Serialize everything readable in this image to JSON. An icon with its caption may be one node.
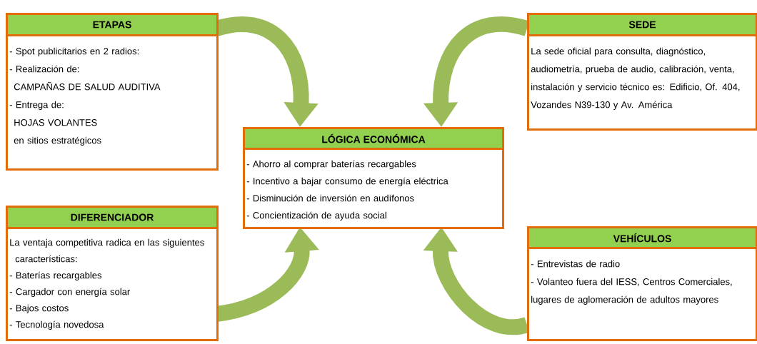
{
  "diagram": {
    "nodes": [
      {
        "text": [
          "ETAPAS",
          "- Spot publicitarios en 2 radios:",
          "- Realización de:",
          "CAMPAÑAS DE SALUD AUDITIVA",
          "- Entrega de:",
          "HOJAS VOLANTES",
          "en sitios estratégicos"
        ]
      },
      {
        "text": [
          "SEDE",
          "La sede oficial para consulta, diagnóstico, audiometría, prueba de audio, calibración, venta, instalación y servicio técnico es: Edificio, Of. 404, Vozandes N39-130 y Av. América"
        ]
      },
      {
        "text": [
          "LÓGICA ECONÓMICA",
          "- Ahorro al comprar baterías recargables",
          "- Incentivo a bajar consumo de energía eléctrica",
          "- Disminución de inversión en audífonos",
          "- Concientización de ayuda social"
        ]
      },
      {
        "text": [
          "DIFERENCIADOR",
          "La ventaja competitiva radica en las siguientes características:",
          "- Baterías recargables",
          "- Cargador con energía solar",
          "- Bajos costos",
          "- Tecnología novedosa"
        ]
      },
      {
        "text": [
          "VEHÍCULOS",
          "- Entrevistas de radio",
          "- Volanteo fuera del IESS, Centros Comerciales, lugares de aglomeración de adultos mayores"
        ]
      }
    ],
    "edges": [
      {
        "from": 0,
        "to": 2,
        "arrow": "to"
      },
      {
        "from": 1,
        "to": 2,
        "arrow": "to"
      },
      {
        "from": 3,
        "to": 2,
        "arrow": "to"
      },
      {
        "from": 4,
        "to": 2,
        "arrow": "to"
      }
    ]
  }
}
